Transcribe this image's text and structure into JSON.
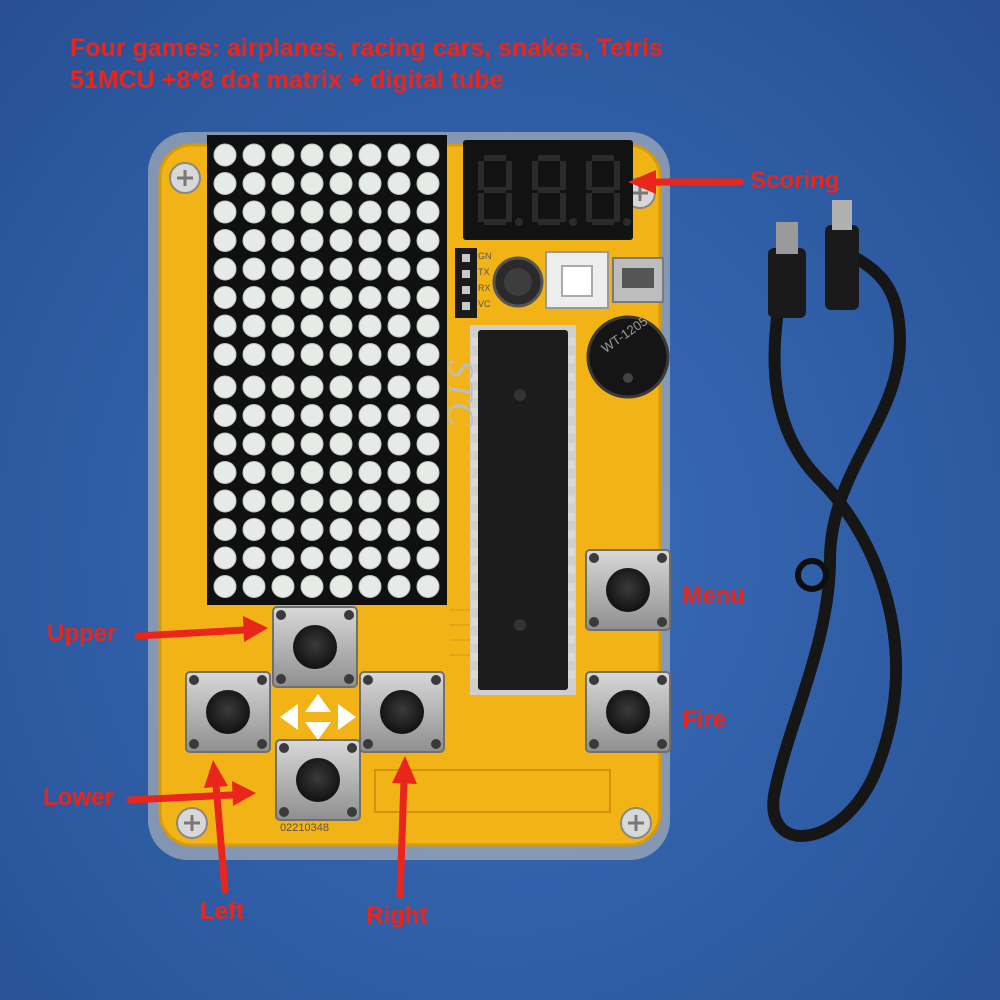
{
  "caption": {
    "line1": "Four games: airplanes, racing cars, snakes, Tetris",
    "line2": "51MCU +8*8 dot matrix + digital tube"
  },
  "labels": {
    "scoring": "Scoring",
    "menu": "Menu",
    "fire": "Fire",
    "upper": "Upper",
    "lower": "Lower",
    "left": "Left",
    "right": "Right"
  },
  "board": {
    "display_digits": "8.8.8.",
    "chip_text": "STC",
    "buzzer_text": "WT-1205",
    "serial_text": "02210348",
    "header_pins": [
      "GN",
      "TX",
      "RX",
      "VC"
    ]
  },
  "colors": {
    "board": "#f2b316",
    "callout": "#e8261c",
    "background": "#2f5fa8"
  }
}
